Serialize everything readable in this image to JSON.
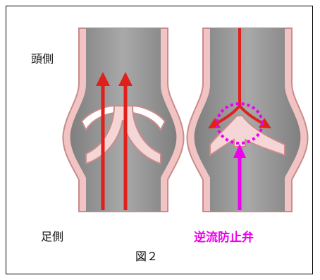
{
  "labels": {
    "head_side": "頭側",
    "foot_side": "足側",
    "valve": "逆流防止弁",
    "figure": "図２"
  },
  "colors": {
    "vein_wall": "#d99a9a",
    "vein_wall_fill": "#f2c3c3",
    "lumen": "#8e8e8e",
    "lumen_light": "#b5b5b5",
    "arrow_red": "#e0201a",
    "valve_highlight": "#ee00ee"
  }
}
